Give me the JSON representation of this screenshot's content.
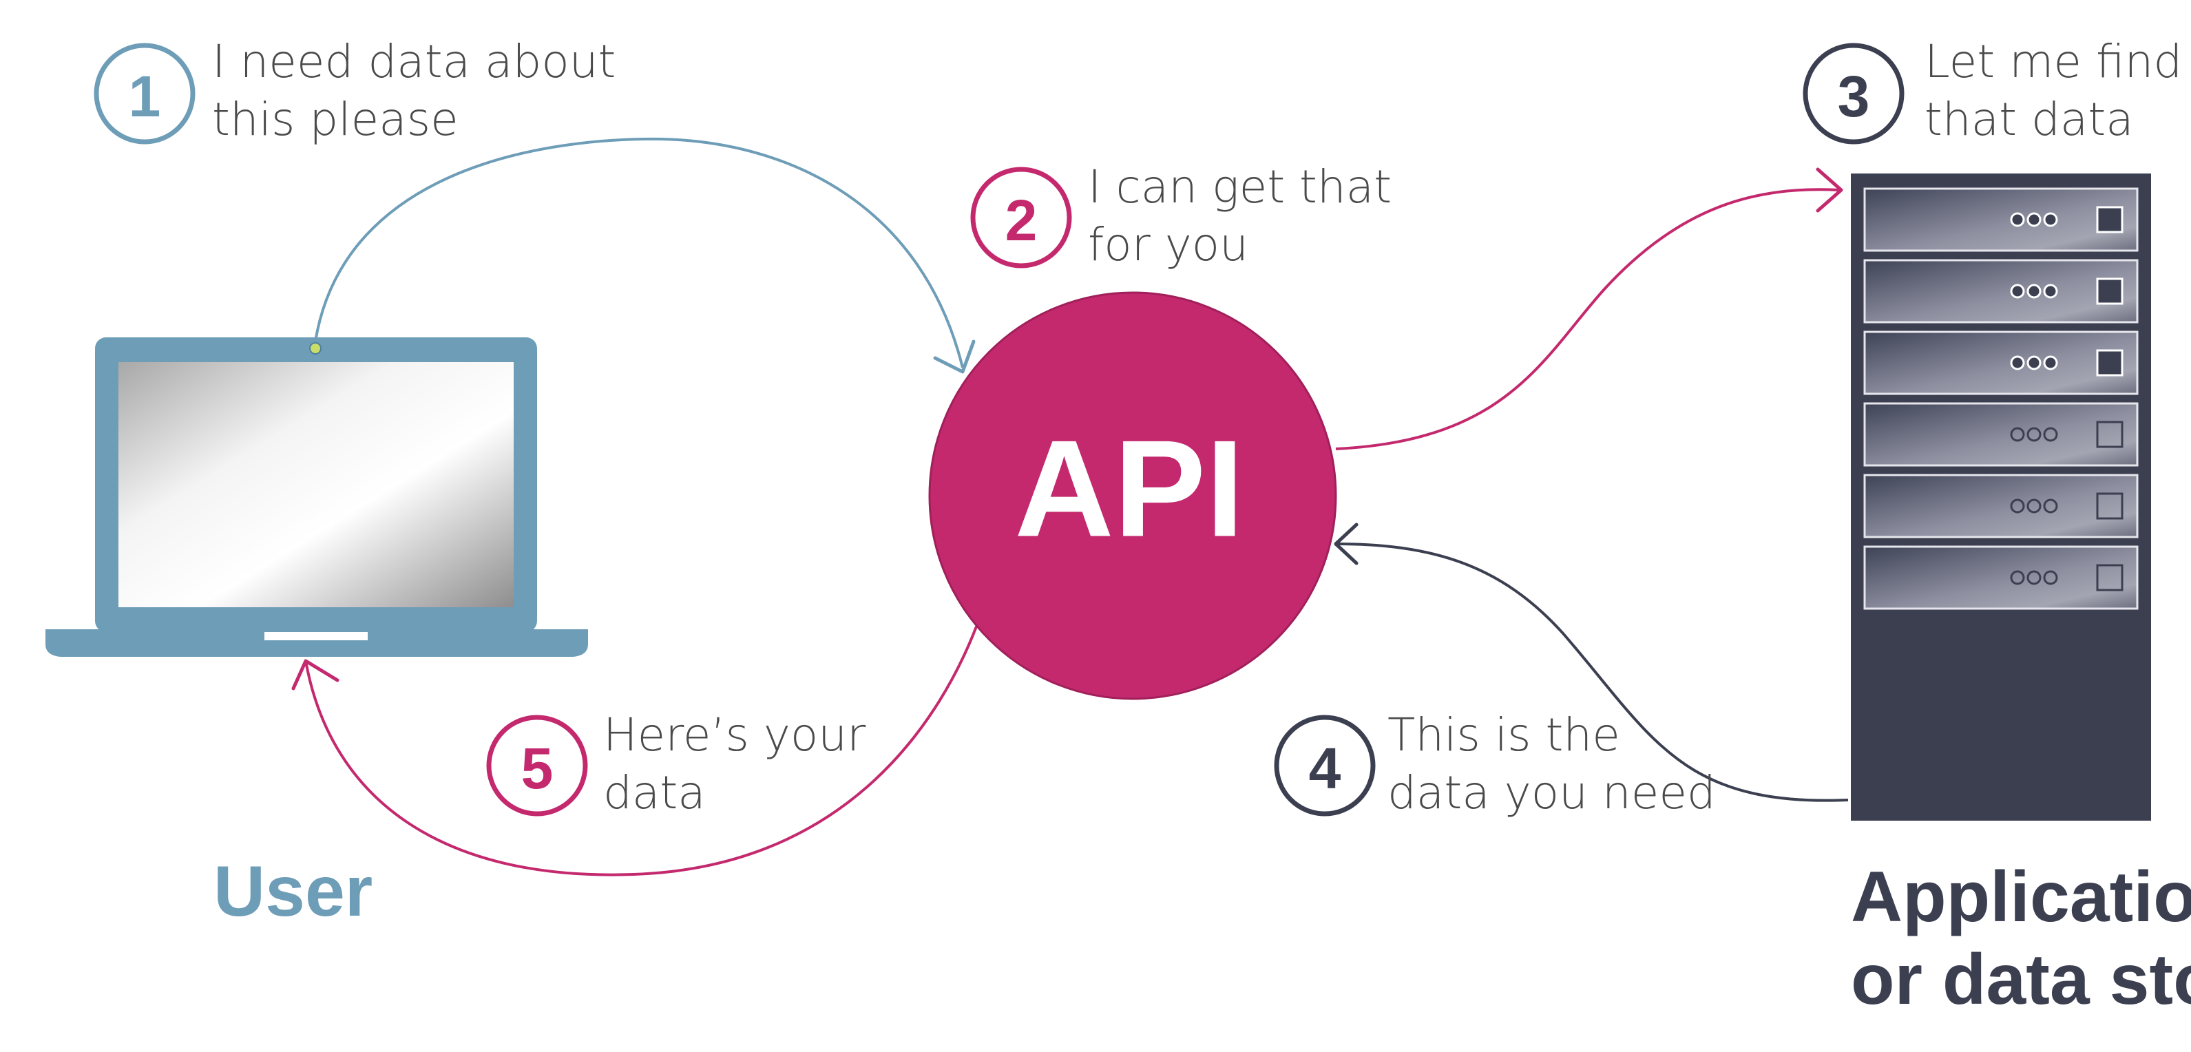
{
  "steps": [
    {
      "number": "1",
      "line1": "I need data about",
      "line2": "this please"
    },
    {
      "number": "2",
      "line1": "I can get that",
      "line2": "for you"
    },
    {
      "number": "3",
      "line1": "Let me find",
      "line2": "that data"
    },
    {
      "number": "4",
      "line1": "This is the",
      "line2": "data you need"
    },
    {
      "number": "5",
      "line1": "Here’s your",
      "line2": "data"
    }
  ],
  "api_label": "API",
  "user_label": "User",
  "store_label": {
    "line1": "Application",
    "line2": "or data store"
  },
  "colors": {
    "user_blue": "#6e9db8",
    "api_magenta": "#c4296e",
    "server_dark": "#3b3f50",
    "text_gray": "#4a4a4a"
  },
  "icons": [
    "laptop-icon",
    "server-rack-icon"
  ]
}
